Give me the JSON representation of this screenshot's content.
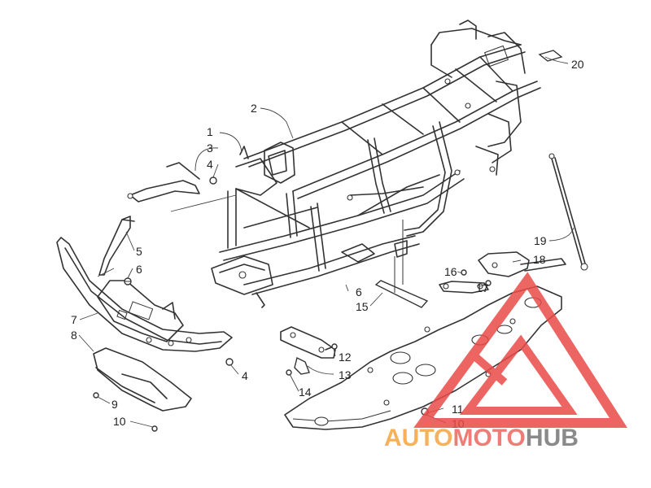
{
  "callouts": {
    "c1": "1",
    "c2": "2",
    "c3": "3",
    "c4a": "4",
    "c4b": "4",
    "c5": "5",
    "c6a": "6",
    "c6b": "6",
    "c7": "7",
    "c8": "8",
    "c9": "9",
    "c10a": "10",
    "c10b": "10",
    "c11": "11",
    "c12": "12",
    "c13": "13",
    "c14": "14",
    "c15": "15",
    "c16": "16",
    "c17": "17",
    "c18": "18",
    "c19": "19",
    "c20": "20"
  },
  "watermark": {
    "auto": "AUTO",
    "moto": "MOTO",
    "hub": "HUB",
    "logo_color": "#e94b48",
    "auto_color": "#f6b25a",
    "hub_color": "#8a8a8a"
  }
}
